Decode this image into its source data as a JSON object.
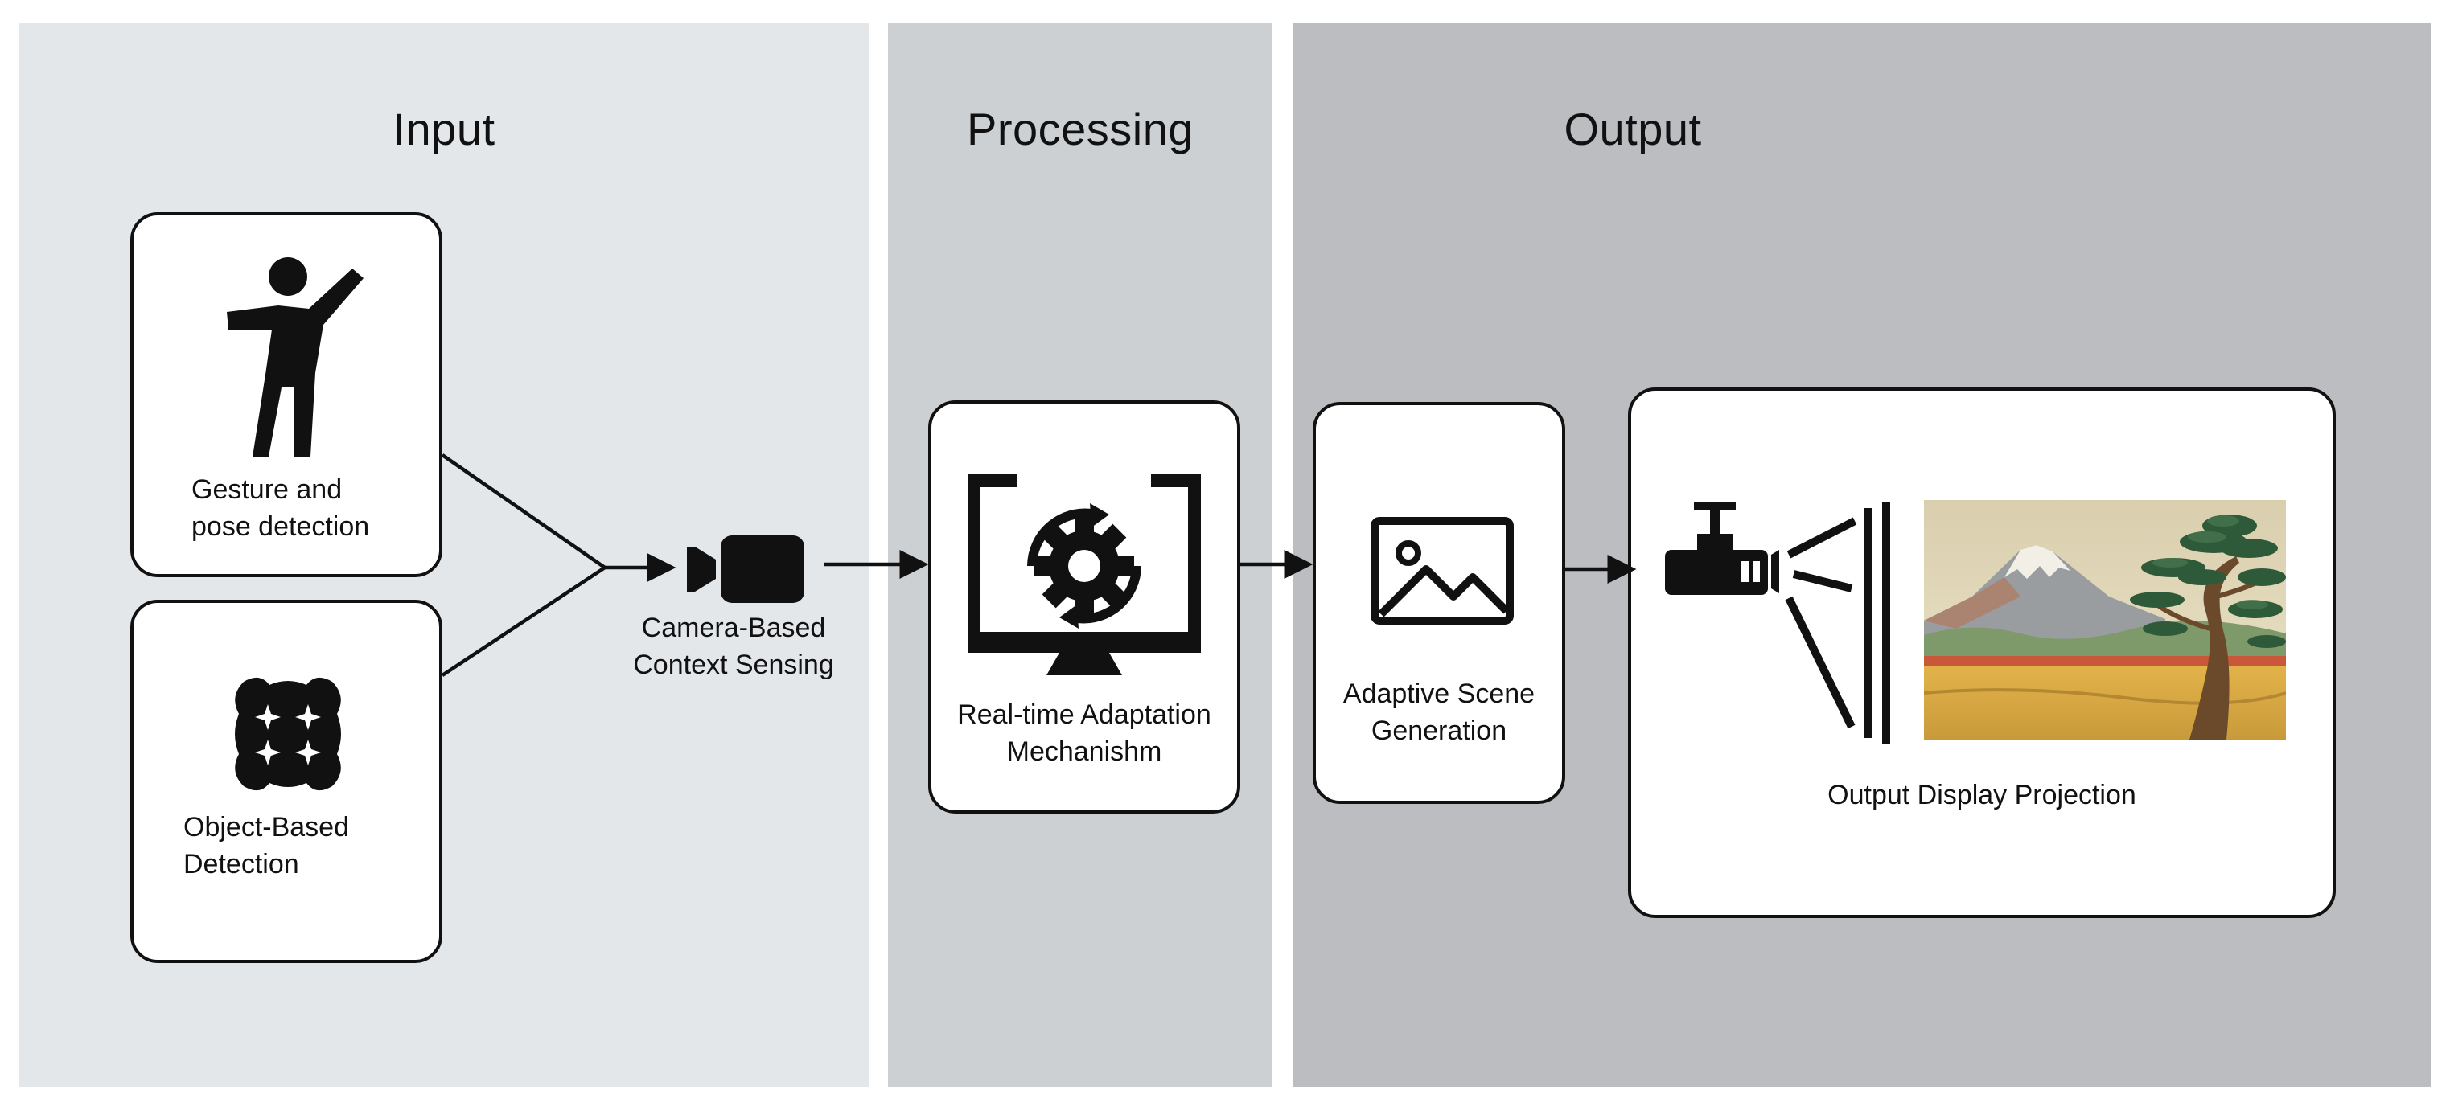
{
  "panels": {
    "input": {
      "title": "Input"
    },
    "processing": {
      "title": "Processing"
    },
    "output": {
      "title": "Output"
    }
  },
  "nodes": {
    "gesture": {
      "line1": "Gesture and",
      "line2": "pose detection",
      "icon": "person-pose-icon"
    },
    "object": {
      "line1": "Object-Based",
      "line2": "Detection",
      "icon": "cushion-object-icon"
    },
    "camera": {
      "line1": "Camera-Based",
      "line2": "Context Sensing",
      "icon": "video-camera-icon"
    },
    "adaptation": {
      "line1": "Real-time Adaptation",
      "line2": "Mechanishm",
      "icon": "monitor-gear-refresh-icon"
    },
    "scene": {
      "line1": "Adaptive Scene",
      "line2": "Generation",
      "icon": "image-landscape-icon"
    },
    "projection": {
      "label": "Output Display Projection",
      "icon": "projector-icon",
      "image": "mount-fuji-painting"
    }
  },
  "colors": {
    "input_panel": "#e4e7ea",
    "processing_panel": "#cdd0d3",
    "output_panel": "#bcbdc0",
    "stroke": "#111111"
  }
}
